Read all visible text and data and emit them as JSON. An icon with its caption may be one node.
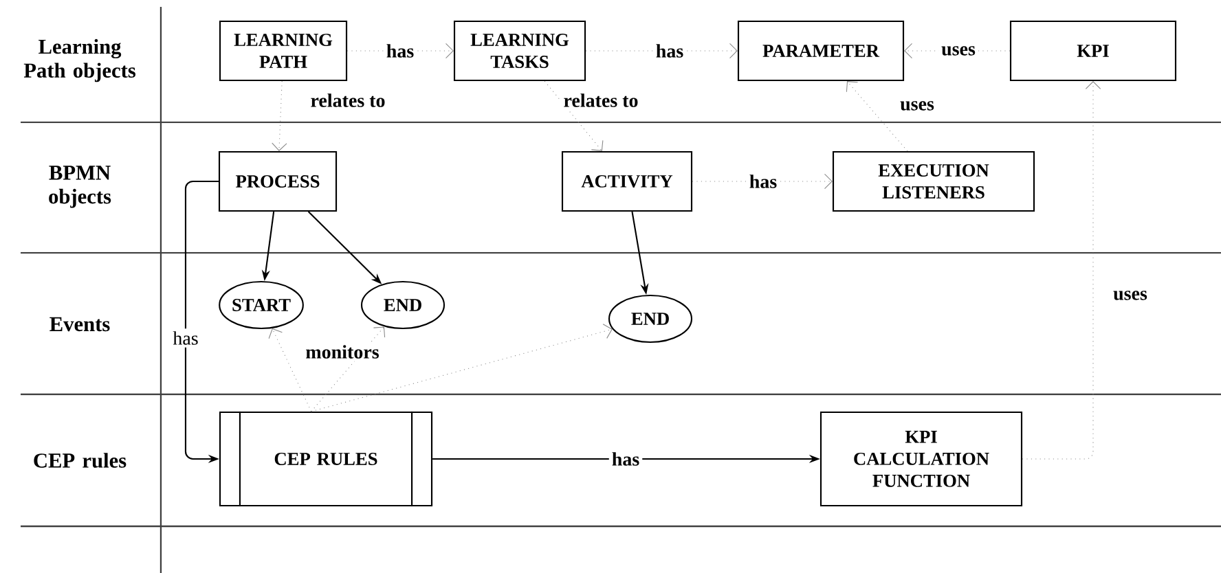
{
  "diagram": {
    "nodes": [
      {
        "text": [
          "LEARNING PATH"
        ]
      },
      {
        "text": [
          "LEARNING TASKS"
        ]
      },
      {
        "text": [
          "PARAMETER"
        ]
      },
      {
        "text": [
          "KPI"
        ]
      },
      {
        "text": [
          "PROCESS"
        ]
      },
      {
        "text": [
          "ACTIVITY"
        ]
      },
      {
        "text": [
          "EXECUTION LISTENERS"
        ]
      },
      {
        "text": [
          "START"
        ]
      },
      {
        "text": [
          "END"
        ]
      },
      {
        "text": [
          "END"
        ]
      },
      {
        "text": [
          "CEP RULES"
        ]
      },
      {
        "text": [
          "KPI CALCULATION FUNCTION"
        ]
      }
    ],
    "edges": [
      {
        "from": 0,
        "to": 1,
        "arrow": "to",
        "label": "has",
        "style": "dashed",
        "color": "#888888"
      },
      {
        "from": 1,
        "to": 2,
        "arrow": "to",
        "label": "has",
        "style": "dashed",
        "color": "#888888"
      },
      {
        "from": 3,
        "to": 2,
        "arrow": "to",
        "label": "uses",
        "style": "dashed",
        "color": "#888888"
      },
      {
        "from": 0,
        "to": 4,
        "arrow": "to",
        "label": "relates to",
        "style": "dashed",
        "color": "#888888"
      },
      {
        "from": 1,
        "to": 5,
        "arrow": "to",
        "label": "relates to",
        "style": "dashed",
        "color": "#888888"
      },
      {
        "from": 6,
        "to": 2,
        "arrow": "to",
        "label": "uses",
        "style": "dashed",
        "color": "#888888"
      },
      {
        "from": 5,
        "to": 6,
        "arrow": "to",
        "label": "has",
        "style": "dashed",
        "color": "#888888"
      },
      {
        "from": 4,
        "to": 7,
        "arrow": "to",
        "color": "#000000"
      },
      {
        "from": 4,
        "to": 8,
        "arrow": "to",
        "color": "#000000"
      },
      {
        "from": 5,
        "to": 9,
        "arrow": "to",
        "color": "#000000"
      },
      {
        "from": 4,
        "to": 10,
        "arrow": "to",
        "label": "has",
        "color": "#000000"
      },
      {
        "from": 10,
        "to": 7,
        "arrow": "to",
        "label": "monitors",
        "style": "dashed",
        "color": "#888888"
      },
      {
        "from": 10,
        "to": 8,
        "arrow": "to",
        "style": "dashed",
        "color": "#888888"
      },
      {
        "from": 10,
        "to": 9,
        "arrow": "to",
        "style": "dashed",
        "color": "#888888"
      },
      {
        "from": 10,
        "to": 11,
        "arrow": "to",
        "label": "has",
        "color": "#000000"
      },
      {
        "from": 11,
        "to": 3,
        "arrow": "to",
        "label": "uses",
        "style": "dashed",
        "color": "#888888"
      }
    ],
    "labels": [
      "Learning Path objects",
      "BPMN objects",
      "Events",
      "CEP rules"
    ]
  }
}
